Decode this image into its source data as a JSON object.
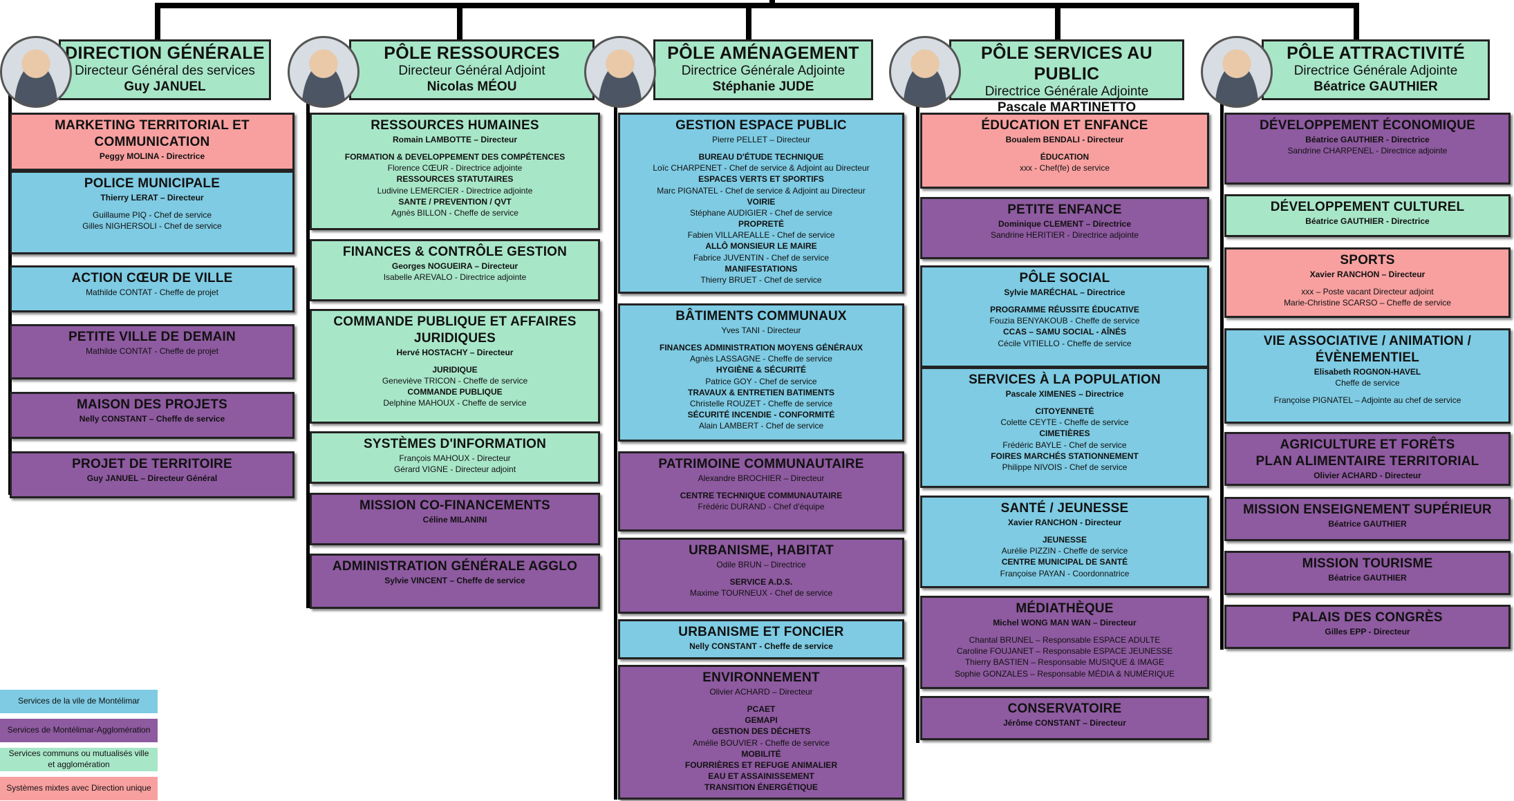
{
  "colors": {
    "ville": "#7ecbe3",
    "agglo": "#8e5aa0",
    "mutual": "#a8e6c8",
    "mixte": "#f8a0a0"
  },
  "legend": [
    {
      "label": "Services de la vile de Montélimar",
      "color": "ville"
    },
    {
      "label": "Services de Montélimar-Agglomération",
      "color": "agglo"
    },
    {
      "label": "Services communs ou mutualisés ville et agglomération",
      "color": "mutual"
    },
    {
      "label": "Systèmes mixtes avec Direction unique",
      "color": "mixte"
    }
  ],
  "columns": [
    {
      "title": "DIRECTION GÉNÉRALE",
      "role": "Directeur Général des services",
      "name": "Guy JANUEL",
      "boxes": [
        {
          "color": "mixte",
          "title": [
            "MARKETING TERRITORIAL ET",
            "COMMUNICATION"
          ],
          "lines": [
            {
              "text": "Peggy MOLINA - Directrice",
              "bold": true
            }
          ]
        },
        {
          "color": "ville",
          "title": [
            "POLICE MUNICIPALE"
          ],
          "lines": [
            {
              "text": "Thierry LERAT – Directeur",
              "bold": true
            },
            {
              "text": ""
            },
            {
              "text": "Guillaume PIQ - Chef de service"
            },
            {
              "text": "Gilles NIGHERSOLI - Chef de service"
            }
          ]
        },
        {
          "color": "ville",
          "title": [
            "ACTION CŒUR DE VILLE"
          ],
          "lines": [
            {
              "text": "Mathilde CONTAT - Cheffe de projet"
            }
          ]
        },
        {
          "color": "agglo",
          "title": [
            "PETITE VILLE DE DEMAIN"
          ],
          "lines": [
            {
              "text": "Mathilde CONTAT - Cheffe de projet"
            }
          ]
        },
        {
          "color": "agglo",
          "title": [
            "MAISON DES PROJETS"
          ],
          "lines": [
            {
              "text": "Nelly CONSTANT – Cheffe de service",
              "bold": true
            }
          ]
        },
        {
          "color": "agglo",
          "title": [
            "PROJET DE TERRITOIRE"
          ],
          "lines": [
            {
              "text": "Guy JANUEL – Directeur Général",
              "bold": true
            }
          ]
        }
      ]
    },
    {
      "title": "PÔLE RESSOURCES",
      "role": "Directeur Général Adjoint",
      "name": "Nicolas MÉOU",
      "boxes": [
        {
          "color": "mutual",
          "title": [
            "RESSOURCES HUMAINES"
          ],
          "lines": [
            {
              "text": "Romain LAMBOTTE – Directeur",
              "bold": true
            },
            {
              "text": ""
            },
            {
              "text": "FORMATION & DEVELOPPEMENT DES COMPÉTENCES",
              "bold": true
            },
            {
              "text": "Florence CŒUR - Directrice adjointe"
            },
            {
              "text": "RESSOURCES STATUTAIRES",
              "bold": true
            },
            {
              "text": "Ludivine LEMERCIER - Directrice adjointe"
            },
            {
              "text": "SANTE / PREVENTION / QVT",
              "bold": true
            },
            {
              "text": "Agnès BILLON - Cheffe de service"
            }
          ]
        },
        {
          "color": "mutual",
          "title": [
            "FINANCES & CONTRÔLE GESTION"
          ],
          "lines": [
            {
              "text": "Georges NOGUEIRA – Directeur",
              "bold": true
            },
            {
              "text": "Isabelle AREVALO - Directrice adjointe"
            }
          ]
        },
        {
          "color": "mutual",
          "title": [
            "COMMANDE PUBLIQUE ET AFFAIRES",
            "JURIDIQUES"
          ],
          "lines": [
            {
              "text": "Hervé HOSTACHY – Directeur",
              "bold": true
            },
            {
              "text": ""
            },
            {
              "text": "JURIDIQUE",
              "bold": true
            },
            {
              "text": "Geneviève TRICON - Cheffe de service"
            },
            {
              "text": "COMMANDE PUBLIQUE",
              "bold": true
            },
            {
              "text": "Delphine MAHOUX - Cheffe de service"
            }
          ]
        },
        {
          "color": "mutual",
          "title": [
            "SYSTÈMES D'INFORMATION"
          ],
          "lines": [
            {
              "text": "François MAHOUX - Directeur"
            },
            {
              "text": "Gérard VIGNE - Directeur adjoint"
            }
          ]
        },
        {
          "color": "agglo",
          "title": [
            "MISSION CO-FINANCEMENTS"
          ],
          "lines": [
            {
              "text": "Céline MILANINI",
              "bold": true
            }
          ]
        },
        {
          "color": "agglo",
          "title": [
            "ADMINISTRATION GÉNÉRALE AGGLO"
          ],
          "lines": [
            {
              "text": "Sylvie VINCENT – Cheffe de service",
              "bold": true
            }
          ]
        }
      ]
    },
    {
      "title": "PÔLE AMÉNAGEMENT",
      "role": "Directrice Générale Adjointe",
      "name": "Stéphanie JUDE",
      "boxes": [
        {
          "color": "ville",
          "title": [
            "GESTION ESPACE PUBLIC"
          ],
          "lines": [
            {
              "text": "Pierre PELLET – Directeur"
            },
            {
              "text": ""
            },
            {
              "text": "BUREAU D'ÉTUDE TECHNIQUE",
              "bold": true
            },
            {
              "text": "Loïc CHARPENET - Chef de service & Adjoint au Directeur"
            },
            {
              "text": "ESPACES VERTS ET SPORTIFS",
              "bold": true
            },
            {
              "text": "Marc PIGNATEL - Chef de service & Adjoint au Directeur"
            },
            {
              "text": "VOIRIE",
              "bold": true
            },
            {
              "text": "Stéphane AUDIGIER - Chef de service"
            },
            {
              "text": "PROPRETÉ",
              "bold": true
            },
            {
              "text": "Fabien VILLAREALLE - Chef de service"
            },
            {
              "text": "ALLÔ MONSIEUR LE MAIRE",
              "bold": true
            },
            {
              "text": "Fabrice JUVENTIN - Chef de service"
            },
            {
              "text": "MANIFESTATIONS",
              "bold": true
            },
            {
              "text": "Thierry BRUET - Chef de service"
            }
          ]
        },
        {
          "color": "ville",
          "title": [
            "BÂTIMENTS COMMUNAUX"
          ],
          "lines": [
            {
              "text": "Yves TANI - Directeur"
            },
            {
              "text": ""
            },
            {
              "text": "FINANCES ADMINISTRATION MOYENS GÉNÉRAUX",
              "bold": true
            },
            {
              "text": "Agnès LASSAGNE - Cheffe de service"
            },
            {
              "text": "HYGIÈNE & SÉCURITÉ",
              "bold": true
            },
            {
              "text": "Patrice GOY - Chef de service"
            },
            {
              "text": "TRAVAUX & ENTRETIEN BATIMENTS",
              "bold": true
            },
            {
              "text": "Christelle ROUZET - Cheffe de service"
            },
            {
              "text": "SÉCURITÉ INCENDIE - CONFORMITÉ",
              "bold": true
            },
            {
              "text": "Alain LAMBERT - Chef de service"
            }
          ]
        },
        {
          "color": "agglo",
          "title": [
            "PATRIMOINE COMMUNAUTAIRE"
          ],
          "lines": [
            {
              "text": "Alexandre BROCHIER – Directeur"
            },
            {
              "text": ""
            },
            {
              "text": "CENTRE TECHNIQUE COMMUNAUTAIRE",
              "bold": true
            },
            {
              "text": "Frédéric DURAND - Chef d'équipe"
            }
          ]
        },
        {
          "color": "agglo",
          "title": [
            "URBANISME, HABITAT"
          ],
          "lines": [
            {
              "text": "Odile BRUN – Directrice"
            },
            {
              "text": ""
            },
            {
              "text": "SERVICE A.D.S.",
              "bold": true
            },
            {
              "text": "Maxime TOURNEUX - Chef de service"
            }
          ]
        },
        {
          "color": "ville",
          "title": [
            "URBANISME ET FONCIER"
          ],
          "lines": [
            {
              "text": "Nelly CONSTANT - Cheffe de service",
              "bold": true
            }
          ]
        },
        {
          "color": "agglo",
          "title": [
            "ENVIRONNEMENT"
          ],
          "lines": [
            {
              "text": "Olivier ACHARD – Directeur"
            },
            {
              "text": ""
            },
            {
              "text": "PCAET",
              "bold": true
            },
            {
              "text": "GEMAPI",
              "bold": true
            },
            {
              "text": "GESTION DES DÉCHETS",
              "bold": true
            },
            {
              "text": "Amélie BOUVIER - Cheffe de service"
            },
            {
              "text": "MOBILITÉ",
              "bold": true
            },
            {
              "text": "FOURRIÈRES ET REFUGE ANIMALIER",
              "bold": true
            },
            {
              "text": "EAU ET ASSAINISSEMENT",
              "bold": true
            },
            {
              "text": "TRANSITION ÉNERGÉTIQUE",
              "bold": true
            }
          ]
        }
      ]
    },
    {
      "title": "PÔLE SERVICES AU PUBLIC",
      "role": "Directrice Générale Adjointe",
      "name": "Pascale MARTINETTO",
      "boxes": [
        {
          "color": "mixte",
          "title": [
            "ÉDUCATION ET ENFANCE"
          ],
          "lines": [
            {
              "text": "Boualem BENDALI -  Directeur",
              "bold": true
            },
            {
              "text": ""
            },
            {
              "text": "ÉDUCATION",
              "bold": true
            },
            {
              "text": "xxx -  Chef(fe) de service"
            }
          ]
        },
        {
          "color": "agglo",
          "title": [
            "PETITE ENFANCE"
          ],
          "lines": [
            {
              "text": "Dominique CLEMENT – Directrice",
              "bold": true
            },
            {
              "text": "Sandrine HERITIER -   Directrice adjointe"
            }
          ]
        },
        {
          "color": "ville",
          "title": [
            "PÔLE SOCIAL"
          ],
          "lines": [
            {
              "text": "Sylvie MARÉCHAL – Directrice",
              "bold": true
            },
            {
              "text": ""
            },
            {
              "text": "PROGRAMME RÉUSSITE ÉDUCATIVE",
              "bold": true
            },
            {
              "text": "Fouzia BENYAKOUB - Cheffe de service"
            },
            {
              "text": "CCAS – SAMU SOCIAL - AÎNÉS",
              "bold": true
            },
            {
              "text": "Cécile VITIELLO - Cheffe de service"
            }
          ]
        },
        {
          "color": "ville",
          "title": [
            "SERVICES À LA POPULATION"
          ],
          "lines": [
            {
              "text": "Pascale XIMENES – Directrice",
              "bold": true
            },
            {
              "text": ""
            },
            {
              "text": "CITOYENNETÉ",
              "bold": true
            },
            {
              "text": "Colette CEYTE - Cheffe de service"
            },
            {
              "text": "CIMETIÈRES",
              "bold": true
            },
            {
              "text": "Frédéric BAYLE - Chef de service"
            },
            {
              "text": "FOIRES MARCHÉS STATIONNEMENT",
              "bold": true
            },
            {
              "text": "Philippe NIVOIS - Chef de service"
            }
          ]
        },
        {
          "color": "ville",
          "title": [
            "SANTÉ / JEUNESSE"
          ],
          "lines": [
            {
              "text": "Xavier RANCHON - Directeur",
              "bold": true
            },
            {
              "text": ""
            },
            {
              "text": "JEUNESSE",
              "bold": true
            },
            {
              "text": "Aurélie PIZZIN - Cheffe de service"
            },
            {
              "text": "CENTRE MUNICIPAL DE SANTÉ",
              "bold": true
            },
            {
              "text": "Françoise PAYAN - Coordonnatrice"
            }
          ]
        },
        {
          "color": "agglo",
          "title": [
            "MÉDIATHÈQUE"
          ],
          "lines": [
            {
              "text": "Michel WONG MAN WAN – Directeur",
              "bold": true
            },
            {
              "text": ""
            },
            {
              "text": "Chantal BRUNEL – Responsable ESPACE ADULTE"
            },
            {
              "text": "Caroline FOUJANET – Responsable ESPACE JEUNESSE"
            },
            {
              "text": "Thierry BASTIEN – Responsable MUSIQUE & IMAGE"
            },
            {
              "text": "Sophie GONZALES – Responsable MÉDIA & NUMÉRIQUE"
            }
          ]
        },
        {
          "color": "agglo",
          "title": [
            "CONSERVATOIRE"
          ],
          "lines": [
            {
              "text": "Jérôme CONSTANT – Directeur",
              "bold": true
            }
          ]
        }
      ]
    },
    {
      "title": "PÔLE ATTRACTIVITÉ",
      "role": "Directrice Générale Adjointe",
      "name": "Béatrice GAUTHIER",
      "boxes": [
        {
          "color": "agglo",
          "title": [
            "DÉVELOPPEMENT ÉCONOMIQUE"
          ],
          "lines": [
            {
              "text": "Béatrice GAUTHIER - Directrice",
              "bold": true
            },
            {
              "text": "Sandrine CHARPENEL - Directrice adjointe"
            }
          ]
        },
        {
          "color": "mutual",
          "title": [
            "DÉVELOPPEMENT CULTUREL"
          ],
          "lines": [
            {
              "text": "Béatrice GAUTHIER - Directrice",
              "bold": true
            }
          ]
        },
        {
          "color": "mixte",
          "title": [
            "SPORTS"
          ],
          "lines": [
            {
              "text": "Xavier RANCHON – Directeur",
              "bold": true
            },
            {
              "text": ""
            },
            {
              "text": "xxx – Poste vacant Directeur adjoint"
            },
            {
              "text": "Marie-Christine SCARSO – Cheffe de service"
            }
          ]
        },
        {
          "color": "ville",
          "title": [
            "VIE ASSOCIATIVE / ANIMATION /",
            "ÉVÈNEMENTIEL"
          ],
          "lines": [
            {
              "text": "Elisabeth ROGNON-HAVEL",
              "bold": true
            },
            {
              "text": "Cheffe de service"
            },
            {
              "text": ""
            },
            {
              "text": "Françoise PIGNATEL – Adjointe au chef de service"
            }
          ]
        },
        {
          "color": "agglo",
          "title": [
            "AGRICULTURE ET FORÊTS",
            "PLAN ALIMENTAIRE TERRITORIAL"
          ],
          "lines": [
            {
              "text": "Olivier ACHARD - Directeur",
              "bold": true
            }
          ]
        },
        {
          "color": "agglo",
          "title": [
            "MISSION ENSEIGNEMENT SUPÉRIEUR"
          ],
          "lines": [
            {
              "text": "Béatrice GAUTHIER",
              "bold": true
            }
          ]
        },
        {
          "color": "agglo",
          "title": [
            "MISSION TOURISME"
          ],
          "lines": [
            {
              "text": "Béatrice GAUTHIER",
              "bold": true
            }
          ]
        },
        {
          "color": "agglo",
          "title": [
            "PALAIS DES CONGRÈS"
          ],
          "lines": [
            {
              "text": "Gilles EPP - Directeur",
              "bold": true
            }
          ]
        }
      ]
    }
  ]
}
